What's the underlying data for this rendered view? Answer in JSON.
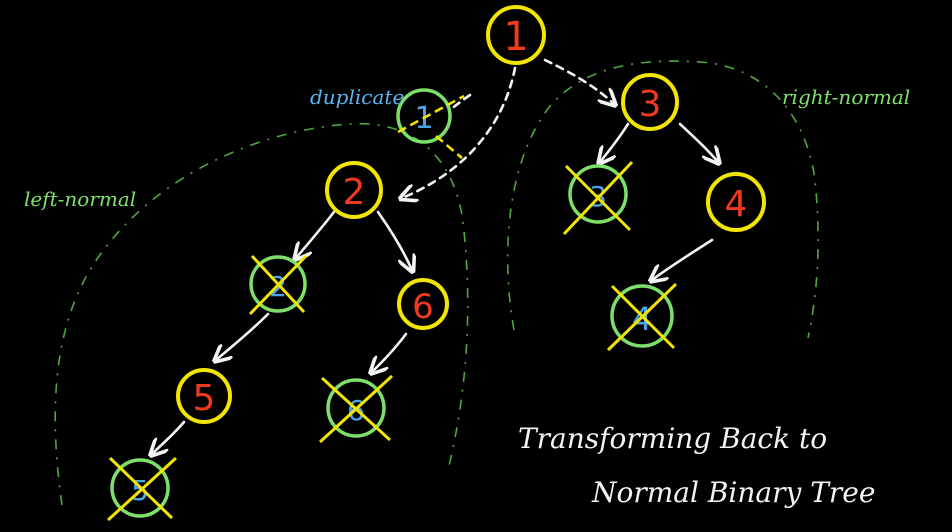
{
  "colors": {
    "background": "#000000",
    "yellow": "#f2e600",
    "green": "#7ee06a",
    "red": "#f03a1e",
    "blue": "#4aa6e8",
    "white": "#f4f4f4",
    "annotation_blue": "#5ab4f0"
  },
  "annotations": {
    "duplicate": "duplicate",
    "left_normal": "left-normal",
    "right_normal": "right-normal",
    "title_line1": "Transforming Back to",
    "title_line2": "Normal Binary Tree"
  },
  "nodes": [
    {
      "id": "n1",
      "value": "1",
      "kind": "normal"
    },
    {
      "id": "n1dup",
      "value": "1",
      "kind": "duplicate"
    },
    {
      "id": "n3",
      "value": "3",
      "kind": "normal"
    },
    {
      "id": "n2",
      "value": "2",
      "kind": "normal"
    },
    {
      "id": "n3dup",
      "value": "3",
      "kind": "duplicate"
    },
    {
      "id": "n4",
      "value": "4",
      "kind": "normal"
    },
    {
      "id": "n2dup",
      "value": "2",
      "kind": "duplicate"
    },
    {
      "id": "n6",
      "value": "6",
      "kind": "normal"
    },
    {
      "id": "n4dup",
      "value": "4",
      "kind": "duplicate"
    },
    {
      "id": "n5",
      "value": "5",
      "kind": "normal"
    },
    {
      "id": "n6dup",
      "value": "6",
      "kind": "duplicate"
    },
    {
      "id": "n5dup",
      "value": "5",
      "kind": "duplicate"
    }
  ]
}
